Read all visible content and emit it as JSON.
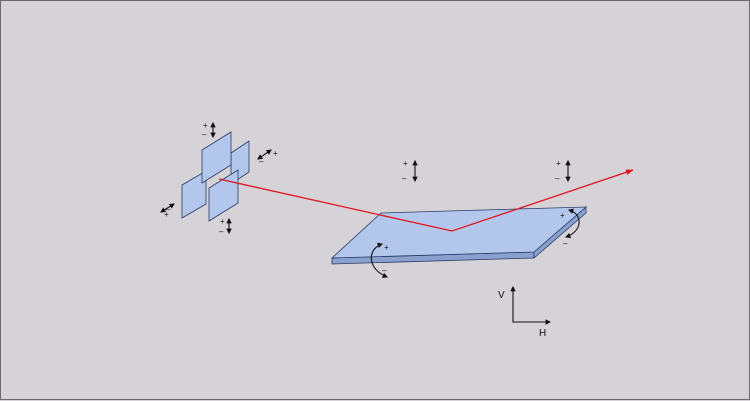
{
  "colors": {
    "background": "#d6d3d8",
    "plate_face": "#b3c7ec",
    "plate_edge": "#8aa1cf",
    "plate_stroke": "#2b3a66",
    "beam": "#e0141c"
  },
  "symbols": {
    "plus": "+",
    "minus": "–",
    "axis_v": "V",
    "axis_h": "H"
  },
  "icons": [
    "slit-blade",
    "mirror-plate",
    "double-arrow",
    "rotation-arrow",
    "beam-path",
    "axis-cross"
  ]
}
